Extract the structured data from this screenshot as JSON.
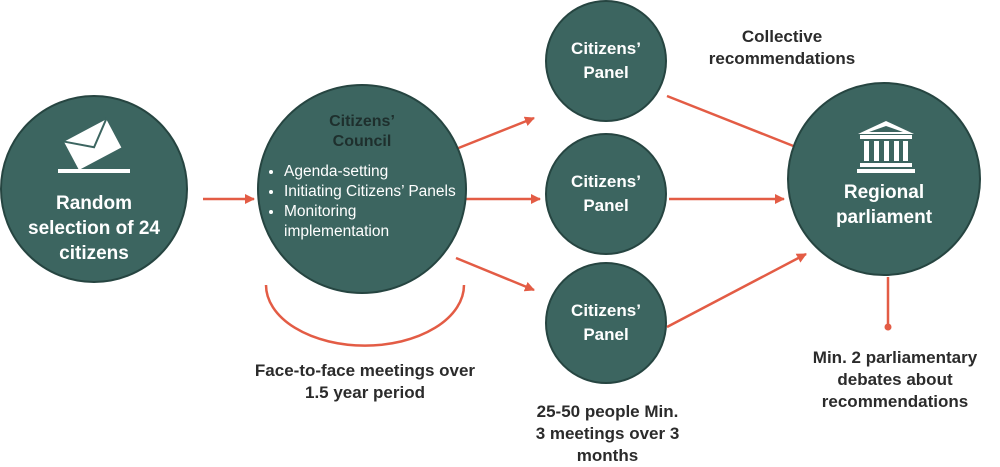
{
  "nodes": {
    "random": {
      "label": "Random selection of 24 citizens",
      "icon": "envelope-icon"
    },
    "council": {
      "title": "Citizens’ Council",
      "items": [
        "Agenda-setting",
        "Initiating Citizens’ Panels",
        "Monitoring implementation"
      ]
    },
    "panel1": {
      "label": "Citizens’ Panel"
    },
    "panel2": {
      "label": "Citizens’ Panel"
    },
    "panel3": {
      "label": "Citizens’ Panel"
    },
    "parliament": {
      "label": "Regional parliament",
      "icon": "parliament-building-icon"
    }
  },
  "annotations": {
    "collective": "Collective recommendations",
    "face_to_face": "Face-to-face meetings over 1.5 year period",
    "panel_details": "25-50 people Min. 3 meetings over 3 months",
    "debates": "Min. 2 parliamentary debates about recommendations"
  },
  "colors": {
    "node_fill": "#3c6560",
    "node_border": "#264541",
    "arrow": "#e35c45",
    "text": "#2b2b2b"
  }
}
